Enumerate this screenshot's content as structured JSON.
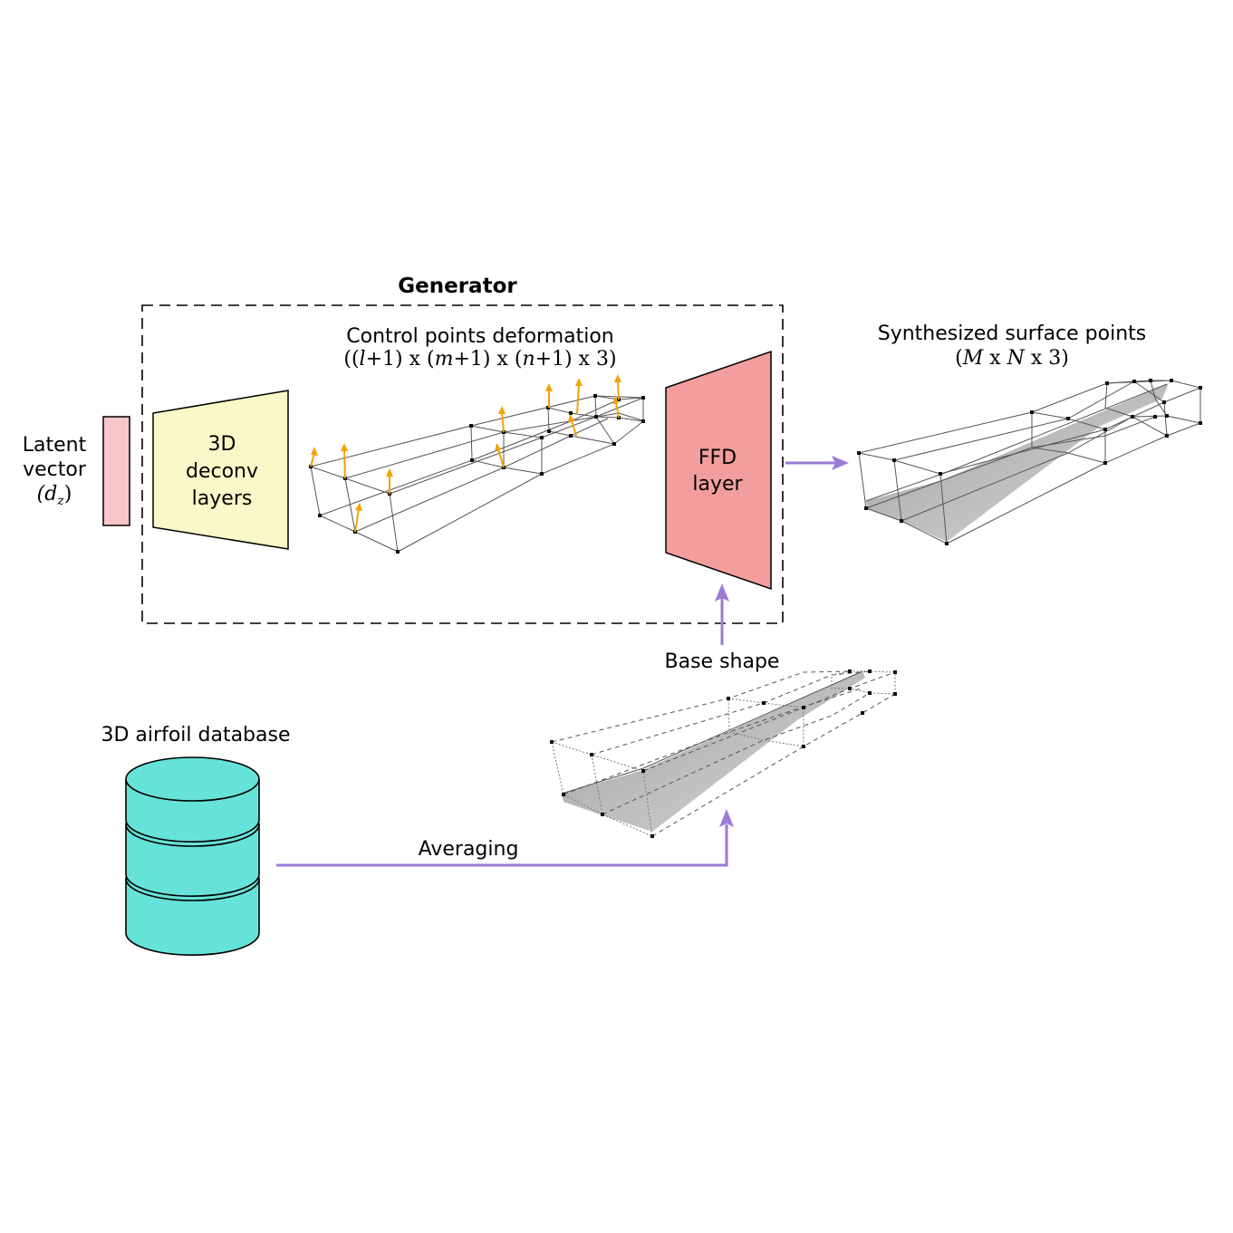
{
  "title": "Generator",
  "latent": {
    "line1": "Latent",
    "line2": "vector",
    "symbol": "(d",
    "subscript": "z",
    "close": ")"
  },
  "deconv": {
    "line1": "3D",
    "line2": "deconv",
    "line3": "layers"
  },
  "control": {
    "caption": "Control points deformation",
    "formula_parts": [
      "((",
      "l",
      "+1) x (",
      "m",
      "+1) x (",
      "n",
      "+1) x 3)"
    ]
  },
  "ffd": {
    "line1": "FFD",
    "line2": "layer"
  },
  "output": {
    "caption": "Synthesized surface points",
    "formula_parts": [
      "(",
      "M",
      " x ",
      "N",
      " x 3)"
    ]
  },
  "base_shape": "Base shape",
  "database": "3D airfoil database",
  "averaging": "Averaging",
  "colors": {
    "latent_fill": "#f8c5c8",
    "deconv_fill": "#f8f8c8",
    "ffd_fill": "#f29e9e",
    "database_fill": "#66e3d9",
    "arrow": "#9b7bd6",
    "deformation_arrow": "#f4a300",
    "wing_surface": "#a6a6a6"
  }
}
